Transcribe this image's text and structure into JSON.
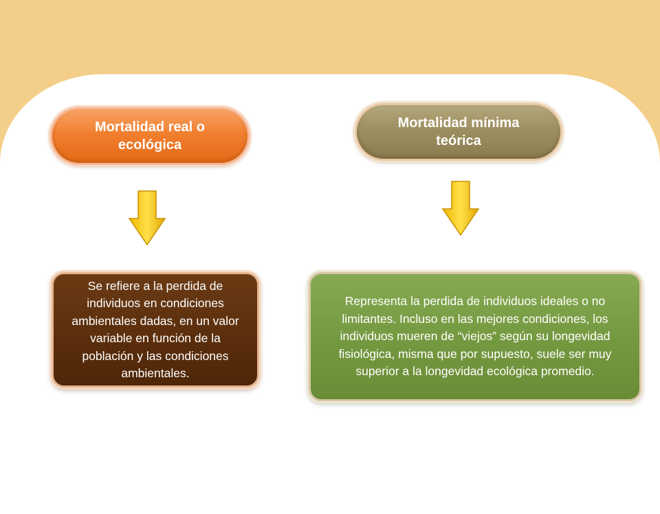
{
  "colors": {
    "background": "#f3cf8a",
    "panel": "#ffffff",
    "left_pill": "#f07f2f",
    "right_pill": "#9b8d5e",
    "left_box": "#5a2e0c",
    "right_box": "#74983f",
    "arrow": "#f7c600"
  },
  "left": {
    "title": "Mortalidad real o ecológica",
    "description": "Se refiere a la perdida de individuos en condiciones ambientales dadas, en un valor variable en función de la población y las condiciones ambientales.",
    "arrow_icon": "down-arrow-icon"
  },
  "right": {
    "title": "Mortalidad mínima teórica",
    "description": "Representa la perdida de individuos ideales o no limitantes. Incluso en las mejores condiciones, los individuos mueren de “viejos” según su longevidad fisiológica, misma que por supuesto, suele ser muy superior a la longevidad ecológica promedio.",
    "arrow_icon": "down-arrow-icon"
  }
}
